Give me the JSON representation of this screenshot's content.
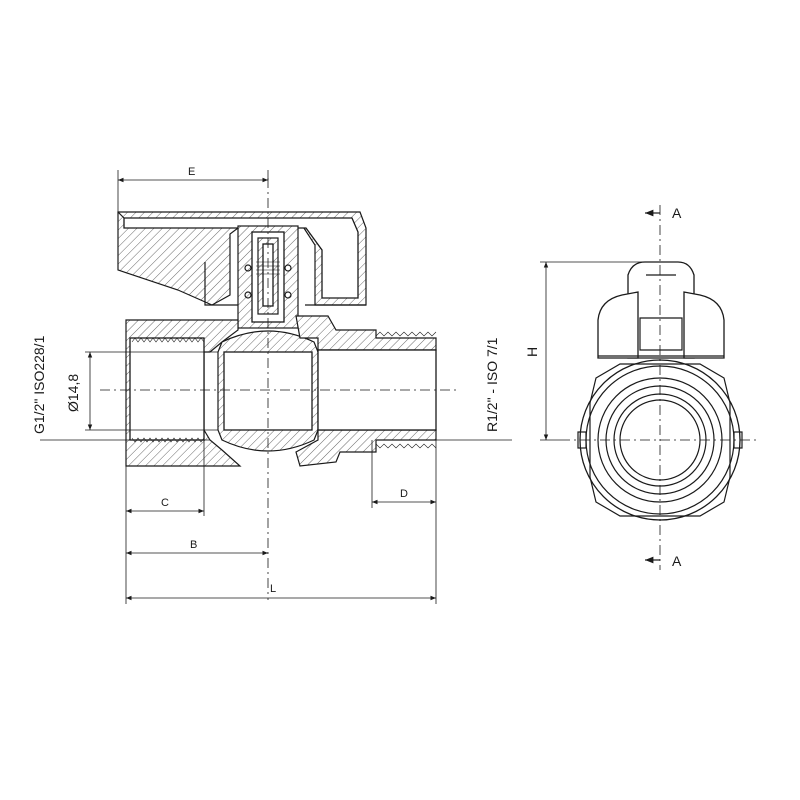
{
  "dimensions": {
    "E": "E",
    "C": "C",
    "B": "B",
    "L": "L",
    "D": "D",
    "H": "H",
    "diameter": "Ø14,8",
    "inlet_thread": "G1/2\" ISO228/1",
    "outlet_thread": "R1/2\" - ISO 7/1"
  },
  "section": {
    "top_label": "A",
    "bottom_label": "A"
  }
}
